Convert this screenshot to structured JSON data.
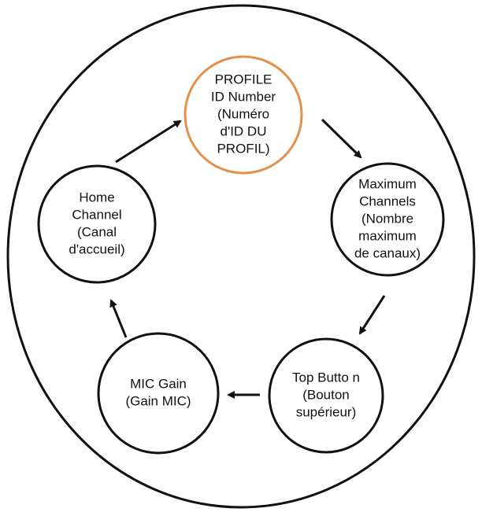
{
  "colors": {
    "outline": "#111111",
    "highlight": "#e3914a",
    "background": "#ffffff"
  },
  "nodes": [
    {
      "id": "profile-id-number",
      "highlighted": true,
      "lines": [
        "PROFILE",
        "ID Number",
        "(Numéro",
        "d'ID DU",
        "PROFIL)"
      ]
    },
    {
      "id": "maximum-channels",
      "highlighted": false,
      "lines": [
        "Maximum",
        "Channels",
        "(Nombre",
        "maximum",
        "de canaux)"
      ]
    },
    {
      "id": "top-button",
      "highlighted": false,
      "lines": [
        "Top Butto n",
        "(Bouton",
        "supérieur)"
      ]
    },
    {
      "id": "mic-gain",
      "highlighted": false,
      "lines": [
        "MIC Gain",
        "(Gain MIC)"
      ]
    },
    {
      "id": "home-channel",
      "highlighted": false,
      "lines": [
        "Home",
        "Channel",
        "(Canal",
        "d'accueil)"
      ]
    }
  ],
  "flow": [
    {
      "from": "profile-id-number",
      "to": "maximum-channels"
    },
    {
      "from": "maximum-channels",
      "to": "top-button"
    },
    {
      "from": "top-button",
      "to": "mic-gain"
    },
    {
      "from": "mic-gain",
      "to": "home-channel"
    },
    {
      "from": "home-channel",
      "to": "profile-id-number"
    }
  ]
}
